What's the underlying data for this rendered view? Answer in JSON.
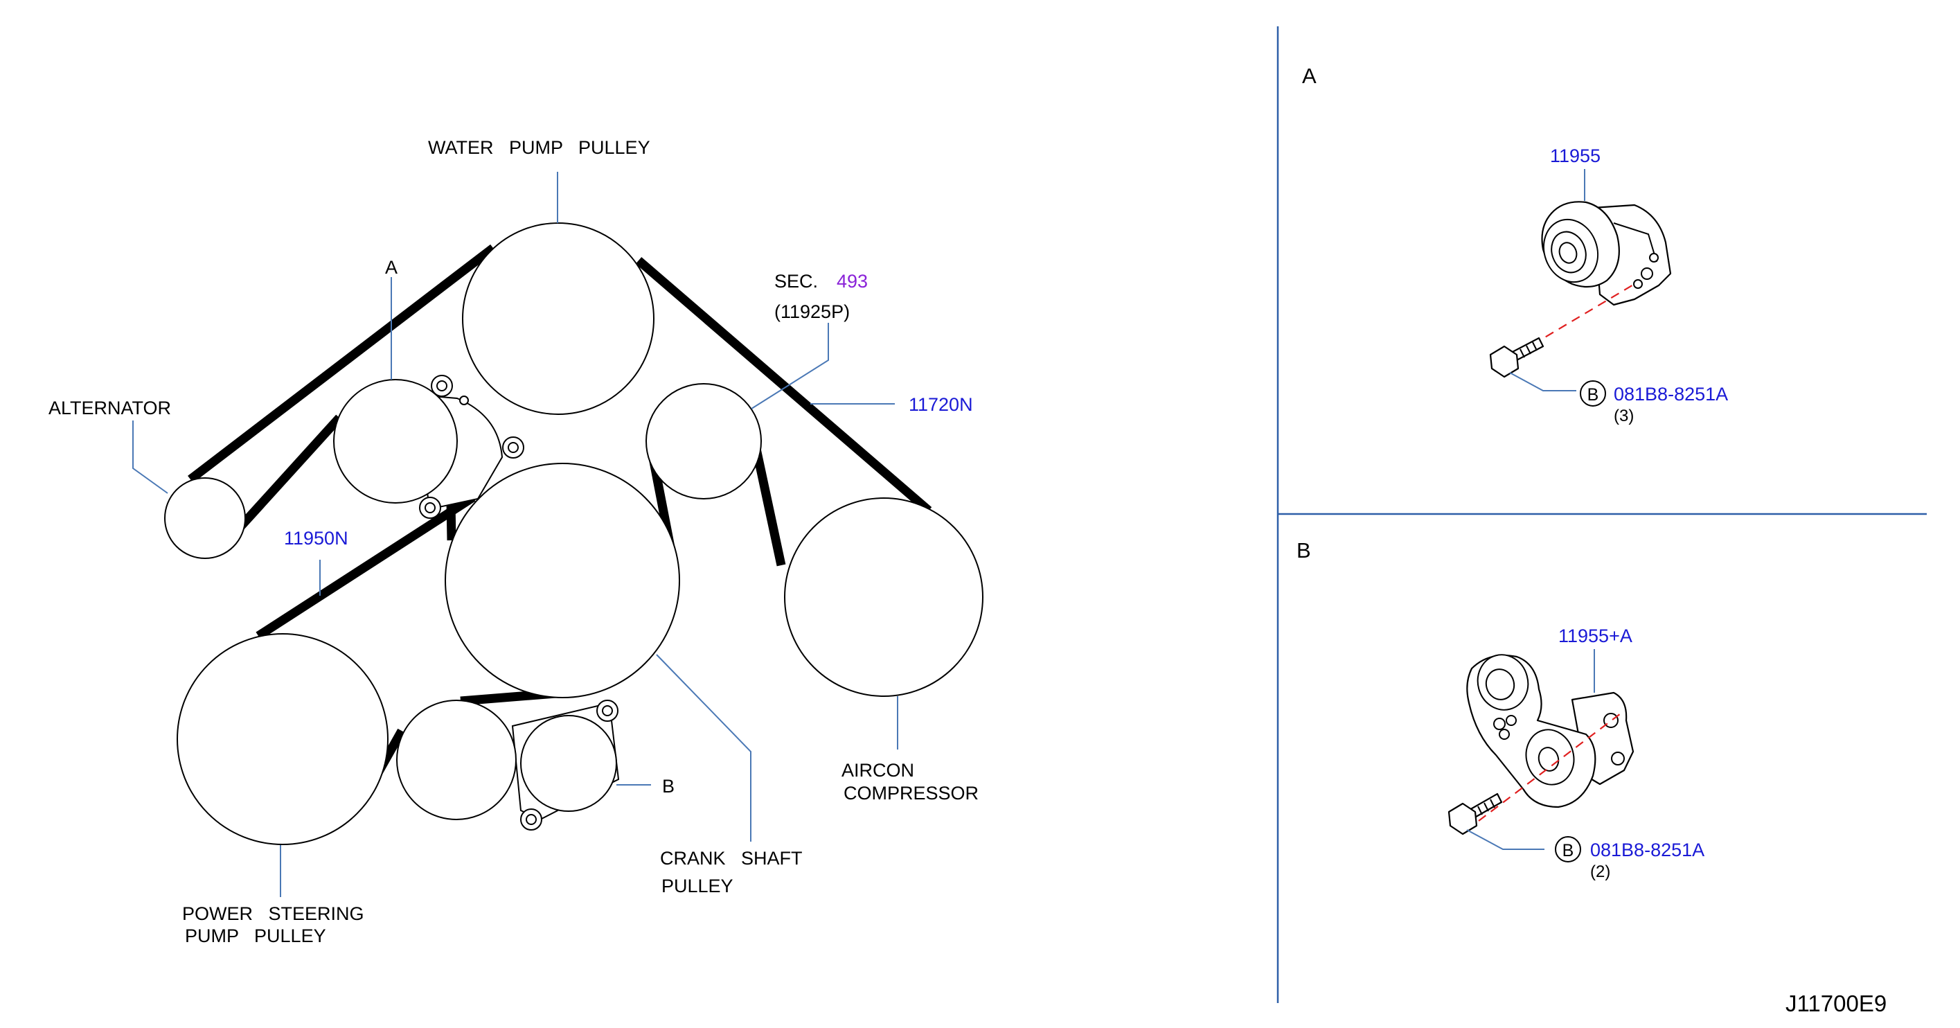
{
  "diagram_code": "J11700E9",
  "main_diagram": {
    "labels": {
      "water_pump_pulley": "WATER   PUMP   PULLEY",
      "tensioner_ref_a": "A",
      "sec_prefix": "SEC.",
      "sec_number": "493",
      "sec_part": "(11925P)",
      "belt_part": "11720N",
      "alternator": "ALTERNATOR",
      "bracket_part": "11950N",
      "aircon_line1": "AIRCON",
      "aircon_line2": "COMPRESSOR",
      "tensioner_ref_b": "B",
      "crank_line1": "CRANK   SHAFT",
      "crank_line2": "PULLEY",
      "power_steering_line1": "POWER   STEERING",
      "power_steering_line2": "PUMP   PULLEY"
    }
  },
  "detail_a": {
    "title": "A",
    "part_number": "11955",
    "bolt_marker": "B",
    "bolt_part": "081B8-8251A",
    "bolt_qty": "(3)"
  },
  "detail_b": {
    "title": "B",
    "part_number": "11955+A",
    "bolt_marker": "B",
    "bolt_part": "081B8-8251A",
    "bolt_qty": "(2)"
  },
  "colors": {
    "line_art": "#000000",
    "part_number_text": "#1a1ad6",
    "section_number_text": "#8a22d8",
    "leader_lines": "#4a78b5",
    "divider": "#2e5fa8",
    "centerline": "#e02020"
  }
}
